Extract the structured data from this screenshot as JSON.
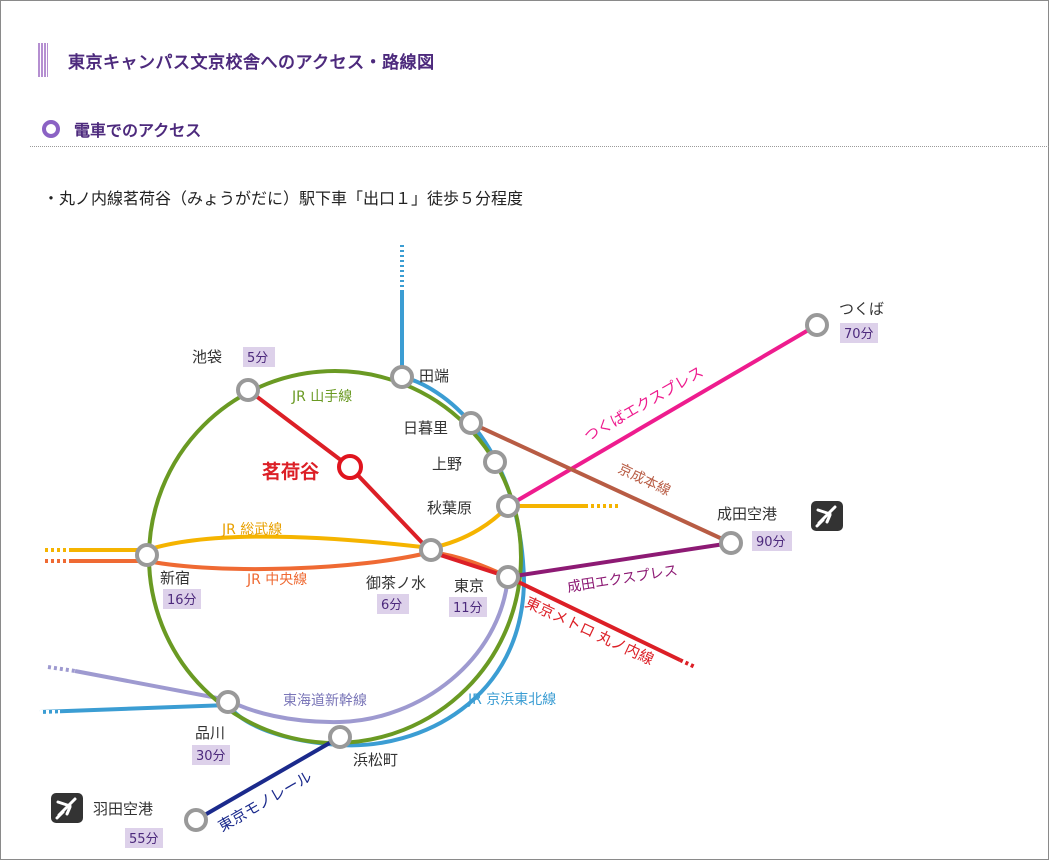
{
  "heading": "東京キャンパス文京校舎へのアクセス・路線図",
  "subheading": "電車でのアクセス",
  "access_note": "・丸ノ内線茗荷谷（みょうがだに）駅下車「出口１」徒歩５分程度",
  "colors": {
    "heading_text": "#4d2a7d",
    "heading_bar": "#b58fd1",
    "yamanote": "#6a9a23",
    "keihin_tohoku": "#3b9dd3",
    "sobu": "#f5b400",
    "chuo": "#ef6a33",
    "marunouchi": "#dc1f26",
    "tsukuba_express": "#ee1c8e",
    "keisei": "#b85c44",
    "narita_express": "#8d1a74",
    "shinkansen": "#9e9ad0",
    "monorail": "#1b2a8c",
    "time_badge_bg": "#ddd1ea",
    "station_ring": "#999999"
  },
  "lines": {
    "yamanote": "JR 山手線",
    "sobu": "JR 総武線",
    "chuo": "JR 中央線",
    "tsukuba_express": "つくばエクスプレス",
    "keisei": "京成本線",
    "narita_express": "成田エクスプレス",
    "marunouchi": "東京メトロ 丸ノ内線",
    "shinkansen": "東海道新幹線",
    "keihin_tohoku": "JR 京浜東北線",
    "monorail": "東京モノレール"
  },
  "stations": {
    "ikebukuro": {
      "name": "池袋",
      "time": "5分"
    },
    "tabata": {
      "name": "田端"
    },
    "nippori": {
      "name": "日暮里"
    },
    "ueno": {
      "name": "上野"
    },
    "myogadani": {
      "name": "茗荷谷"
    },
    "akihabara": {
      "name": "秋葉原"
    },
    "shinjuku": {
      "name": "新宿",
      "time": "16分"
    },
    "ochanomizu": {
      "name": "御茶ノ水",
      "time": "6分"
    },
    "tokyo": {
      "name": "東京",
      "time": "11分"
    },
    "shinagawa": {
      "name": "品川",
      "time": "30分"
    },
    "hamamatsucho": {
      "name": "浜松町"
    },
    "tsukuba": {
      "name": "つくば",
      "time": "70分"
    },
    "narita": {
      "name": "成田空港",
      "time": "90分",
      "icon": "airplane-icon"
    },
    "haneda": {
      "name": "羽田空港",
      "time": "55分",
      "icon": "airplane-icon"
    }
  }
}
